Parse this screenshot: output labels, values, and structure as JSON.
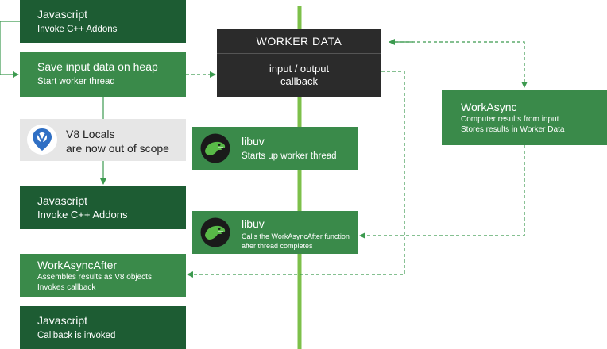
{
  "steps": {
    "js_invoke_1": {
      "title": "Javascript",
      "subtitle": "Invoke C++ Addons"
    },
    "save_input": {
      "title": "Save input data on heap",
      "subtitle": "Start worker thread"
    },
    "v8_locals": {
      "line1": "V8 Locals",
      "line2": "are now out of scope"
    },
    "js_invoke_2": {
      "line1": "Javascript",
      "line2": "Invoke C++ Addons"
    },
    "work_async_after": {
      "title": "WorkAsyncAfter",
      "line1": "Assembles results as V8 objects",
      "line2": "Invokes callback"
    },
    "js_callback": {
      "title": "Javascript",
      "subtitle": "Callback is invoked"
    }
  },
  "worker_data": {
    "title": "WORKER DATA",
    "line1": "input / output",
    "line2": "callback"
  },
  "libuv_start": {
    "title": "libuv",
    "subtitle": "Starts up worker thread"
  },
  "libuv_after": {
    "title": "libuv",
    "line1": "Calls the WorkAsyncAfter function",
    "line2": "after thread completes"
  },
  "work_async": {
    "title": "WorkAsync",
    "line1": "Computer results from input",
    "line2": "Stores results in Worker Data"
  },
  "colors": {
    "dark_green": "#1d5c33",
    "mid_green": "#3a8a4a",
    "timeline_green": "#7dc04a",
    "arrow_green": "#3c9a4f",
    "worker_box": "#2b2b2b",
    "gray_box": "#e6e6e6"
  },
  "icons": {
    "libuv": "trex-icon",
    "v8": "v8-pin-icon"
  }
}
